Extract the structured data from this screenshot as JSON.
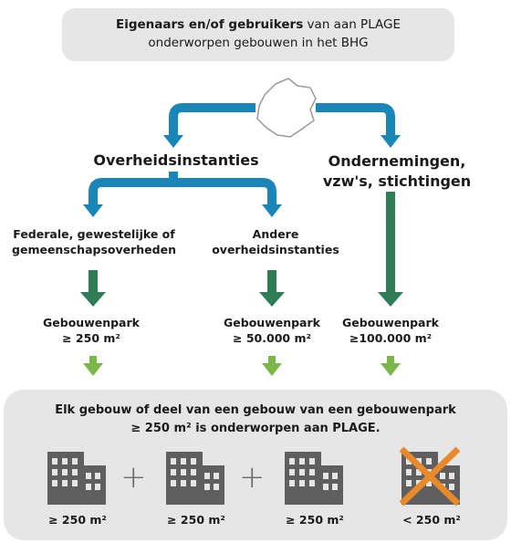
{
  "header": {
    "bold": "Eigenaars en/of gebruikers",
    "rest1": " van aan PLAGE",
    "line2": "onderworpen gebouwen in het BHG"
  },
  "branches": {
    "left": "Overheidsinstanties",
    "right_line1": "Ondernemingen,",
    "right_line2": "vzw's, stichtingen"
  },
  "sub": {
    "left_line1": "Federale, gewestelijke of",
    "left_line2": "gemeenschapsoverheden",
    "mid_line1": "Andere",
    "mid_line2": "overheidsinstanties"
  },
  "parks": [
    {
      "label": "Gebouwenpark",
      "value": "≥ 250 m²"
    },
    {
      "label": "Gebouwenpark",
      "value": "≥ 50.000 m²"
    },
    {
      "label": "Gebouwenpark",
      "value": "≥100.000 m²"
    }
  ],
  "bottom": {
    "line1": "Elk gebouw of deel van een gebouw van een gebouwenpark",
    "line2": "≥ 250 m² is onderworpen aan PLAGE.",
    "plus": "+",
    "buildings": [
      "≥ 250 m²",
      "≥ 250 m²",
      "≥ 250 m²",
      "< 250 m²"
    ]
  },
  "colors": {
    "blue_arrow": "#1a86b8",
    "green_arrow": "#2e7d55",
    "lime_arrow": "#7ab648",
    "building": "#5f5f5f",
    "cross": "#e8892b"
  }
}
